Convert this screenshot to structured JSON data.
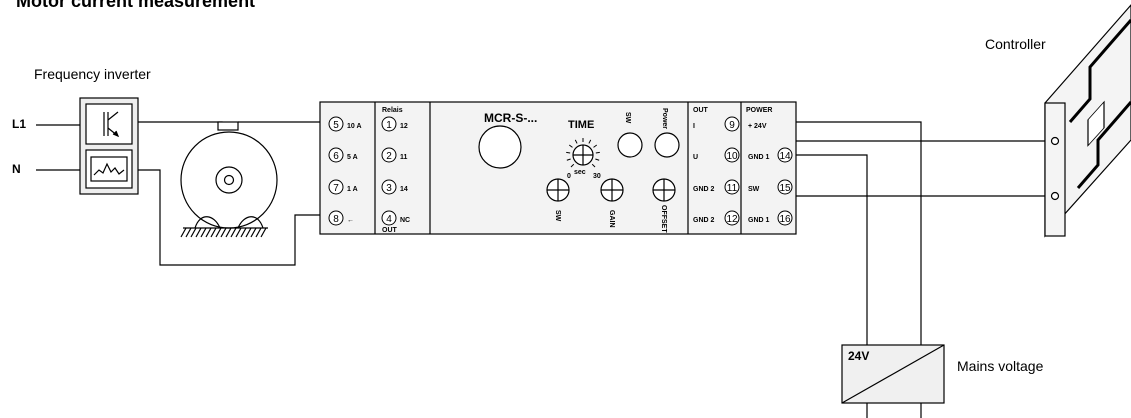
{
  "title": "Motor current measurement",
  "labels": {
    "frequency_inverter": "Frequency inverter",
    "controller": "Controller",
    "mains_voltage": "Mains voltage",
    "psu_24v": "24V",
    "l1": "L1",
    "n": "N"
  },
  "module": {
    "name": "MCR-S-...",
    "time": "TIME",
    "time_scale_min": "0",
    "time_scale_unit": "sec",
    "time_scale_max": "30",
    "sw_top": "SW",
    "power": "Power",
    "sw_bottom": "SW",
    "gain": "GAIN",
    "offset": "OFFSET"
  },
  "input_terminals": [
    {
      "num": "5",
      "label": "10 A"
    },
    {
      "num": "6",
      "label": "5 A"
    },
    {
      "num": "7",
      "label": "1 A"
    },
    {
      "num": "8",
      "label": "←"
    }
  ],
  "relay": {
    "header": "Relais",
    "footer": "OUT",
    "terminals": [
      {
        "num": "1",
        "label": "12"
      },
      {
        "num": "2",
        "label": "11"
      },
      {
        "num": "3",
        "label": "14"
      },
      {
        "num": "4",
        "label": "NC"
      }
    ]
  },
  "output": {
    "header": "OUT",
    "terminals": [
      {
        "num": "9",
        "label": "I"
      },
      {
        "num": "10",
        "label": "U"
      },
      {
        "num": "11",
        "label": "GND 2"
      },
      {
        "num": "12",
        "label": "GND 2"
      }
    ]
  },
  "power": {
    "header": "POWER",
    "terminals": [
      {
        "num": "",
        "label": "+ 24V"
      },
      {
        "num": "14",
        "label": "GND 1"
      },
      {
        "num": "15",
        "label": "SW"
      },
      {
        "num": "16",
        "label": "GND 1"
      }
    ]
  }
}
